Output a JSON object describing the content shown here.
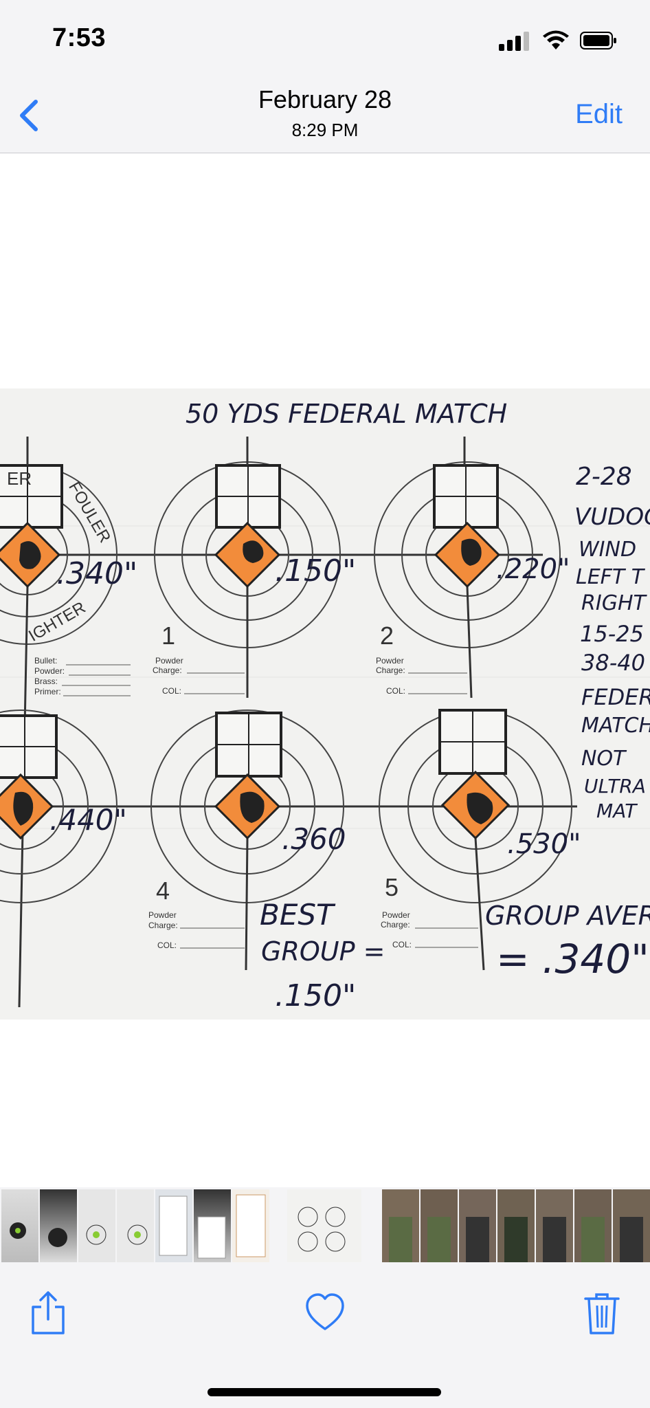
{
  "status": {
    "time": "7:53"
  },
  "nav": {
    "date": "February 28",
    "time": "8:29 PM",
    "edit_label": "Edit"
  },
  "photo": {
    "header_text": "50 YDS   FEDERAL MATCH",
    "targets": [
      {
        "number": "",
        "group": ".340\""
      },
      {
        "number": "1",
        "group": ".150\""
      },
      {
        "number": "2",
        "group": ".220\""
      },
      {
        "number": "",
        "group": ".440\""
      },
      {
        "number": "4",
        "group": ".360"
      },
      {
        "number": "5",
        "group": ".530\""
      }
    ],
    "form_labels": {
      "bullet": "Bullet:",
      "powder": "Powder:",
      "brass": "Brass:",
      "primer": "Primer:",
      "powder_label": "Powder",
      "charge_label": "Charge:",
      "col_label": "COL:"
    },
    "side_notes": [
      "2-28",
      "VUDOO",
      "WIND",
      "LEFT T",
      "RIGHT",
      "15-25",
      "38-40",
      "FEDER",
      "MATCH",
      "NOT",
      "ULTRA",
      "MAT"
    ],
    "best_group": [
      "BEST",
      "GROUP =",
      ".150\""
    ],
    "group_average": [
      "GROUP AVER",
      "= .340\""
    ],
    "stamp_text": [
      "ER",
      "FOULER",
      "IGHTER"
    ]
  },
  "colors": {
    "accent": "#2f7cf6",
    "target_orange": "#f28c3b",
    "ink": "#1b1d3a"
  },
  "icons": {
    "back": "chevron-left-icon",
    "share": "share-icon",
    "favorite": "heart-icon",
    "delete": "trash-icon"
  }
}
